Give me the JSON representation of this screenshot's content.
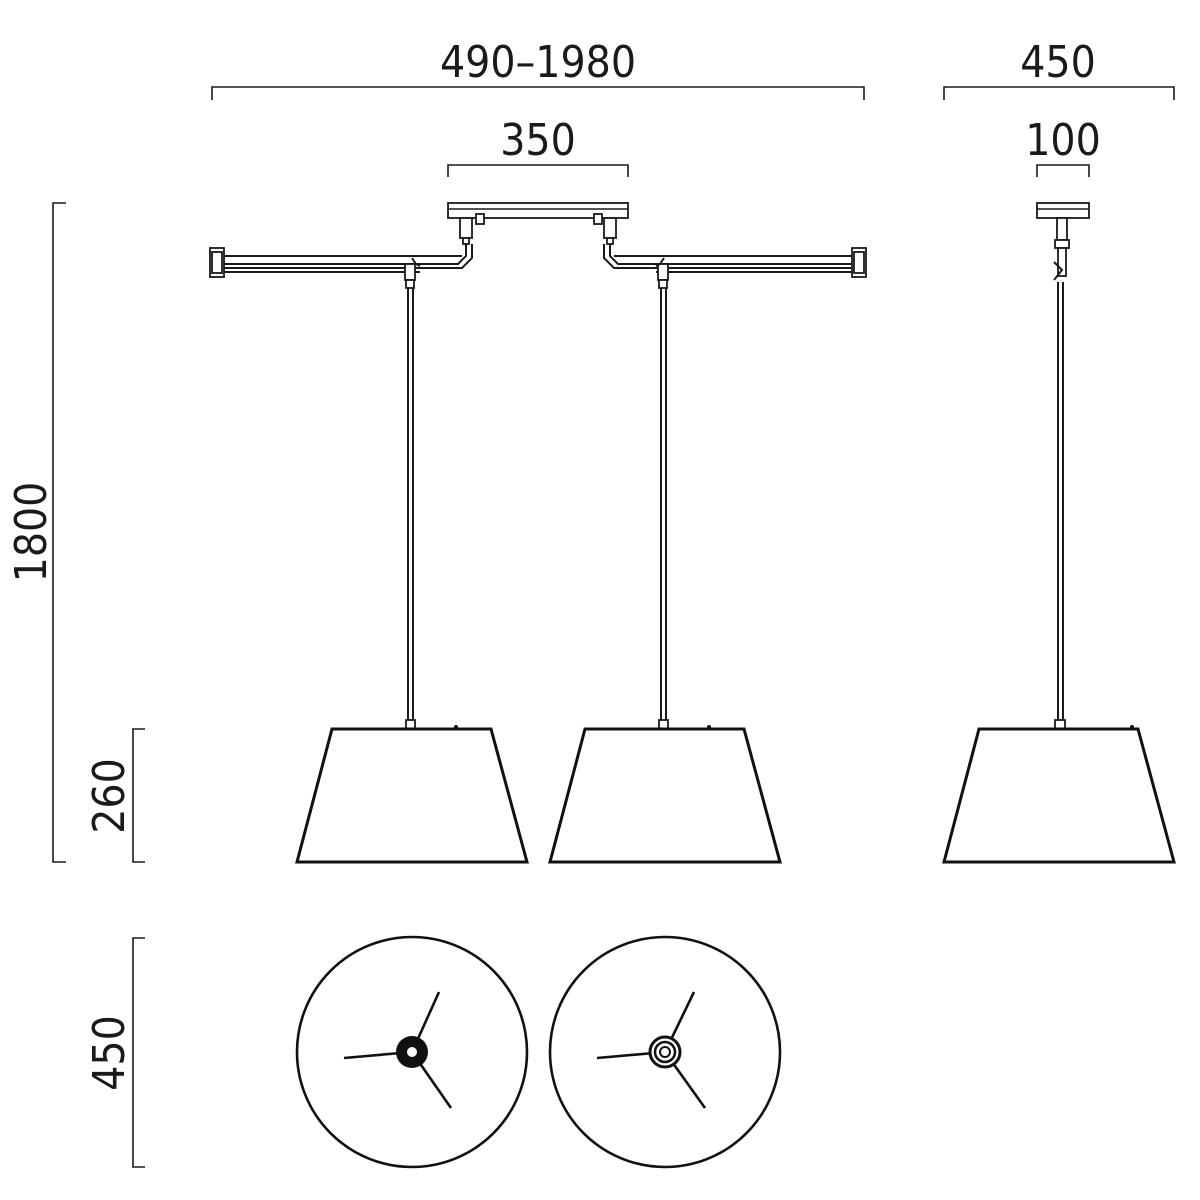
{
  "dimensions": {
    "overall_width": "490–1980",
    "side_width": "450",
    "canopy_width": "350",
    "canopy_side_width": "100",
    "overall_height": "1800",
    "shade_height": "260",
    "shade_diameter": "450"
  }
}
